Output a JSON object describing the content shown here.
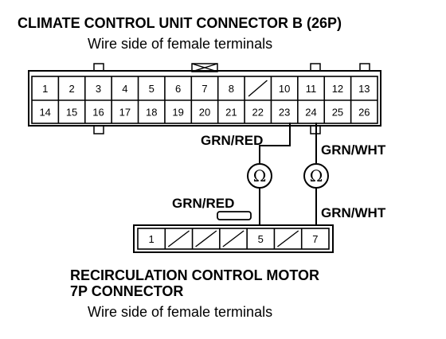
{
  "top_connector": {
    "title": "CLIMATE CONTROL UNIT CONNECTOR B (26P)",
    "subtitle": "Wire side of female terminals",
    "row1": [
      "1",
      "2",
      "3",
      "4",
      "5",
      "6",
      "7",
      "8",
      "",
      "10",
      "11",
      "12",
      "13"
    ],
    "row2": [
      "14",
      "15",
      "16",
      "17",
      "18",
      "19",
      "20",
      "21",
      "22",
      "23",
      "24",
      "25",
      "26"
    ]
  },
  "wires": {
    "top_left": "GRN/RED",
    "top_right": "GRN/WHT",
    "bottom_left": "GRN/RED",
    "bottom_right": "GRN/WHT"
  },
  "meters": {
    "symbol": "Ω"
  },
  "bottom_connector": {
    "title_line1": "RECIRCULATION CONTROL MOTOR",
    "title_line2": "7P CONNECTOR",
    "subtitle": "Wire side of female terminals",
    "pins": [
      "1",
      "",
      "",
      "",
      "5",
      "",
      "7"
    ]
  }
}
